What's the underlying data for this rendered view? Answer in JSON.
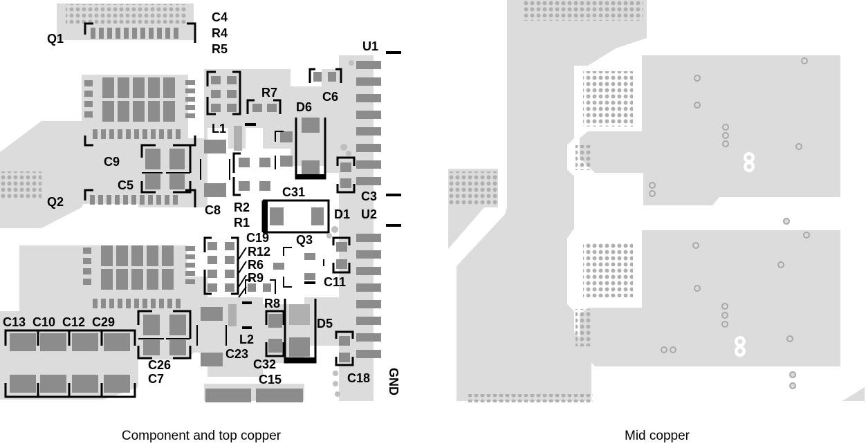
{
  "captions": {
    "left": "Component and top copper",
    "right": "Mid copper"
  },
  "designators": {
    "Q1": "Q1",
    "Q2": "Q2",
    "Q3": "Q3",
    "C4": "C4",
    "R4": "R4",
    "R5": "R5",
    "U1": "U1",
    "U2": "U2",
    "R7": "R7",
    "C6": "C6",
    "D6": "D6",
    "L1": "L1",
    "C9": "C9",
    "C5": "C5",
    "C31": "C31",
    "C3": "C3",
    "C8": "C8",
    "R2": "R2",
    "R1": "R1",
    "D1": "D1",
    "C19": "C19",
    "R12": "R12",
    "R6": "R6",
    "R9": "R9",
    "R8": "R8",
    "C11": "C11",
    "C13": "C13",
    "C10": "C10",
    "C12": "C12",
    "C29": "C29",
    "D5": "D5",
    "L2": "L2",
    "C23": "C23",
    "C32": "C32",
    "C15": "C15",
    "C18": "C18",
    "C26": "C26",
    "C7": "C7",
    "GND": "GND"
  },
  "colors": {
    "copper": "#dcdcdc",
    "pad": "#8c8c8c",
    "silkscreen": "#000000",
    "via": "#a8a8a8",
    "background": "#ffffff"
  }
}
